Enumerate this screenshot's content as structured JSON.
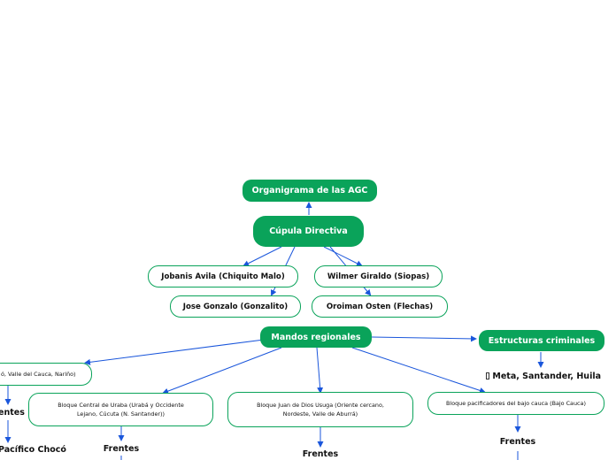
{
  "nodes": {
    "organigrama": "Organigrama de las AGC",
    "cupula": "Cúpula Directiva",
    "jobanis": "Jobanis Avila (Chiquito Malo)",
    "wilmer": "Wilmer Giraldo (Siopas)",
    "jose": "Jose Gonzalo (Gonzalito)",
    "oroiman": "Oroiman Osten (Flechas)",
    "mandos": "Mandos regionales",
    "estructuras": "Estructuras criminales",
    "meta": "Meta, Santander, Huila",
    "bloque_pacifico": "ó, Valle del Cauca, Nariño)",
    "bloque_uraba": "Bloque Central de Uraba (Urabá y Occidente Lejano,  Cúcuta (N. Santander))",
    "bloque_juan": "Bloque Juan de Dios Usuga (Oriente cercano, Nordeste, Valle de Aburrá)",
    "bloque_bajo_cauca": "Bloque pacificadores del bajo cauca (Bajo Cauca)",
    "frentes_left": "entes",
    "pacifico_choco": "Pacífico Chocó",
    "frentes_uraba": "Frentes",
    "frentes_juan": "Frentes",
    "frentes_bajo_cauca": "Frentes"
  },
  "colors": {
    "node_green": "#0aa35a",
    "connector_blue": "#1a56db"
  }
}
